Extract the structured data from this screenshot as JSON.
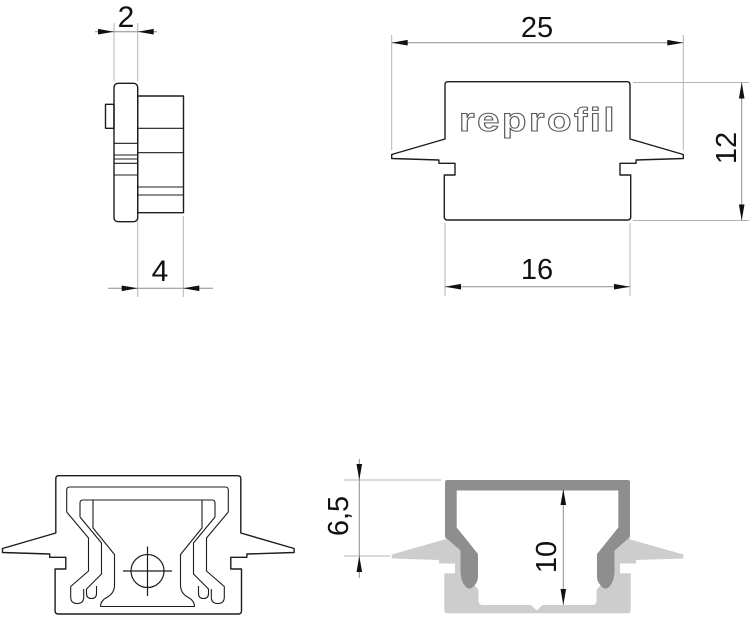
{
  "drawing": {
    "logo_text": "reprofil",
    "views": {
      "side": {
        "dims": {
          "flange_thickness": "2",
          "total_depth": "4"
        }
      },
      "front": {
        "dims": {
          "overall_width": "25",
          "height": "12",
          "body_width": "16"
        }
      },
      "section": {
        "dims": {
          "top_height": "6,5",
          "inner_height": "10"
        }
      }
    },
    "colors": {
      "profile_fill": "#8e8e8e",
      "endcap_fill": "#cdcdcd",
      "line": "#1c1c1c",
      "dimension_line": "#8d8d8d",
      "extension_line": "#b4b4b4",
      "text": "#111111",
      "logo_stroke": "#585858"
    }
  }
}
